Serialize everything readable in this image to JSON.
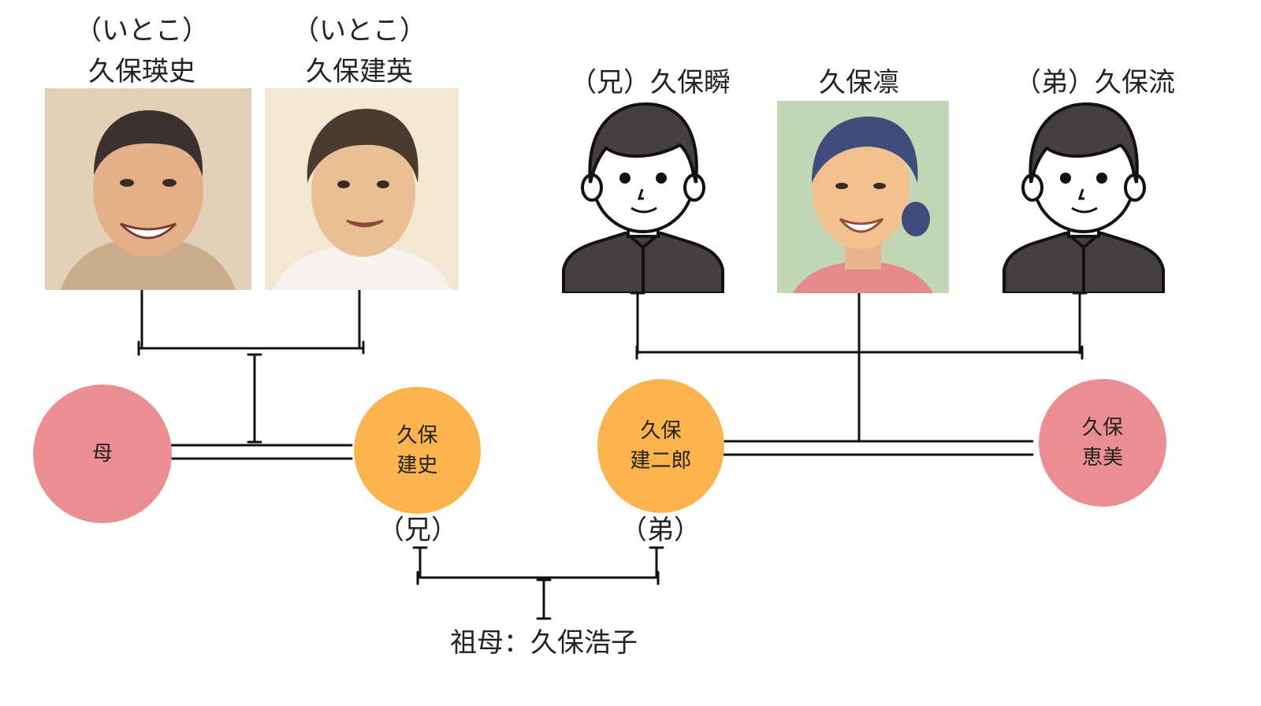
{
  "people": {
    "cousin1": {
      "relation": "（いとこ）",
      "name": "久保瑛史",
      "icon": "portrait-sketch"
    },
    "cousin2": {
      "relation": "（いとこ）",
      "name": "久保建英",
      "icon": "portrait-sketch"
    },
    "older_brother": {
      "name": "（兄）久保瞬",
      "icon": "person-avatar-icon"
    },
    "self": {
      "name": "久保凛",
      "icon": "portrait-sketch"
    },
    "younger_brother": {
      "name": "（弟）久保流",
      "icon": "person-avatar-icon"
    }
  },
  "nodes": {
    "mother": {
      "line1": "母",
      "line2": ""
    },
    "kenji": {
      "line1": "久保",
      "line2": "建史",
      "tag": "（兄）"
    },
    "kenjiro": {
      "line1": "久保",
      "line2": "建二郎",
      "tag": "（弟）"
    },
    "emi": {
      "line1": "久保",
      "line2": "恵美"
    }
  },
  "grandmother": "祖母：久保浩子",
  "colors": {
    "female_node": "#ea8e93",
    "male_node": "#fbb34c",
    "line": "#111111",
    "avatar_hair": "#45403f",
    "avatar_shirt": "#45403f"
  }
}
